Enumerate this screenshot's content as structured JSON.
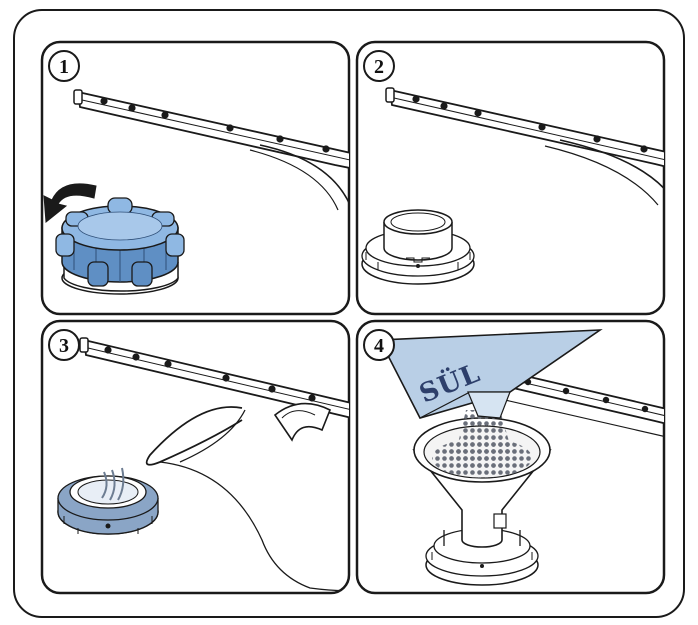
{
  "figure": {
    "panels": [
      {
        "number": "1"
      },
      {
        "number": "2"
      },
      {
        "number": "3"
      },
      {
        "number": "4"
      }
    ],
    "salt_package_label": "SÜL"
  },
  "colors": {
    "outline": "#1a1a1a",
    "cap_blue": "#8fb8e3",
    "cap_blue_dark": "#5f8fc4",
    "salt_bag": "#b9cfe6",
    "salt_text": "#2d3f6b",
    "salt_grain": "#6a6f7a"
  },
  "icons": [
    "rotate-arrow-icon",
    "salt-cap-icon",
    "salt-reservoir-icon",
    "salt-funnel-icon"
  ]
}
